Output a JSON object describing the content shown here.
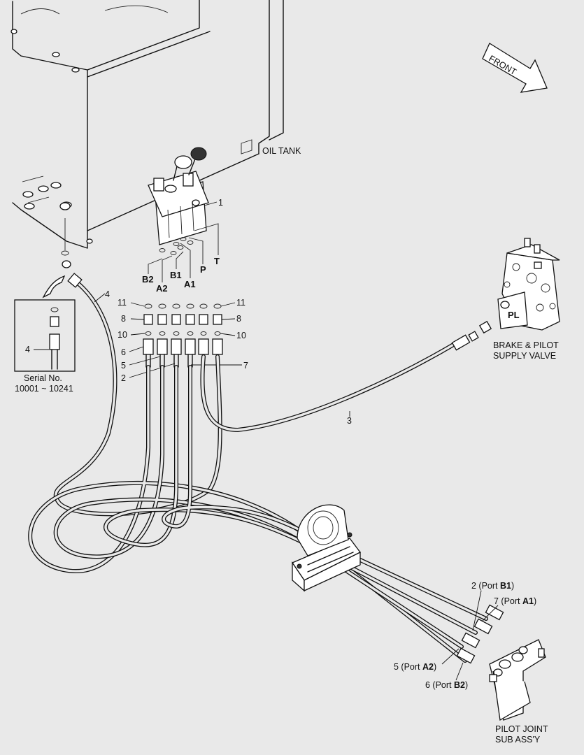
{
  "labels": {
    "front": "FRONT",
    "oil_tank": "OIL TANK",
    "brake_pilot_line1": "BRAKE & PILOT",
    "brake_pilot_line2": "SUPPLY VALVE",
    "pl_port": "PL",
    "serial_line1": "Serial No.",
    "serial_line2": "10001 ~ 10241",
    "pilot_joint_line1": "PILOT JOINT",
    "pilot_joint_line2": "SUB ASS'Y"
  },
  "ports": [
    "B2",
    "A2",
    "B1",
    "A1",
    "P",
    "T"
  ],
  "callouts": {
    "c1": "1",
    "c2": "2",
    "c3": "3",
    "c4_hose": "4",
    "c4_inset": "4",
    "c5": "5",
    "c6": "6",
    "c7": "7",
    "c8_left": "8",
    "c8_right": "8",
    "c10_left": "10",
    "c10_right": "10",
    "c11_left": "11",
    "c11_right": "11"
  },
  "port_callouts": [
    {
      "num": "2",
      "pre": " (Port ",
      "port": "B1",
      "post": ")"
    },
    {
      "num": "7",
      "pre": " (Port ",
      "port": "A1",
      "post": ")"
    },
    {
      "num": "5",
      "pre": " (Port ",
      "port": "A2",
      "post": ")"
    },
    {
      "num": "6",
      "pre": " (Port ",
      "port": "B2",
      "post": ")"
    }
  ]
}
